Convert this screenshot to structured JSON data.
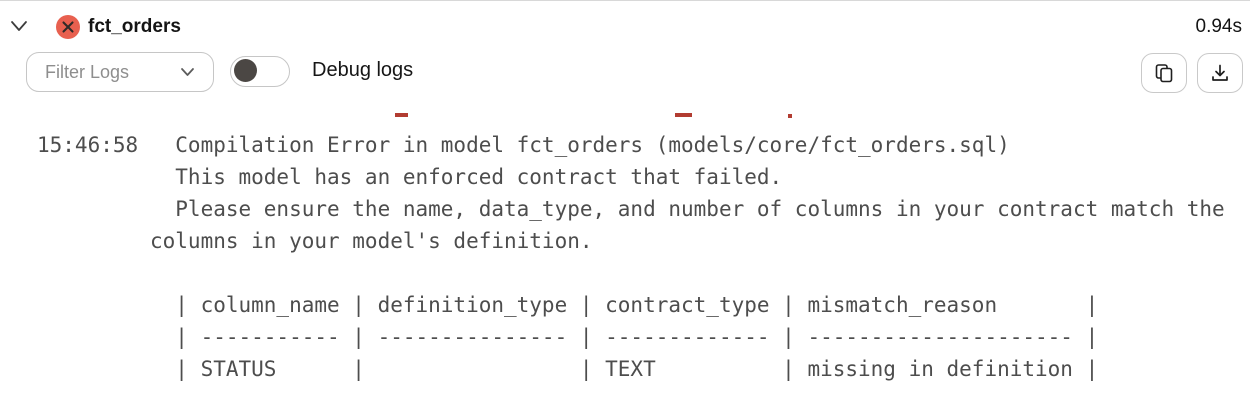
{
  "header": {
    "model_name": "fct_orders",
    "duration": "0.94s",
    "status": "error"
  },
  "toolbar": {
    "filter_label": "Filter Logs",
    "debug_label": "Debug logs",
    "debug_toggle_state": "off"
  },
  "log": {
    "timestamp": "15:46:58",
    "message_lines": [
      "  Compilation Error in model fct_orders (models/core/fct_orders.sql)",
      "  This model has an enforced contract that failed.",
      "  Please ensure the name, data_type, and number of columns in your contract match the",
      "columns in your model's definition.",
      "",
      "  | column_name | definition_type | contract_type | mismatch_reason       |",
      "  | ----------- | --------------- | ------------- | --------------------- |",
      "  | STATUS      |                 | TEXT          | missing in definition |"
    ],
    "contract_table": {
      "columns": [
        "column_name",
        "definition_type",
        "contract_type",
        "mismatch_reason"
      ],
      "rows": [
        [
          "STATUS",
          "",
          "TEXT",
          "missing in definition"
        ]
      ]
    }
  },
  "colors": {
    "status_error_red": "#e8604f",
    "clipped_text_red": "#b23c31",
    "log_text_gray": "#4d4d4d",
    "border_gray": "#c9c9c9",
    "muted_label_gray": "#8e8e8e",
    "toggle_knob": "#4b4744"
  },
  "icons": {
    "collapse": "chevron-down-icon",
    "status": "error-x-circle-icon",
    "filter": "chevron-down-icon",
    "copy": "copy-icon",
    "download": "download-icon"
  }
}
